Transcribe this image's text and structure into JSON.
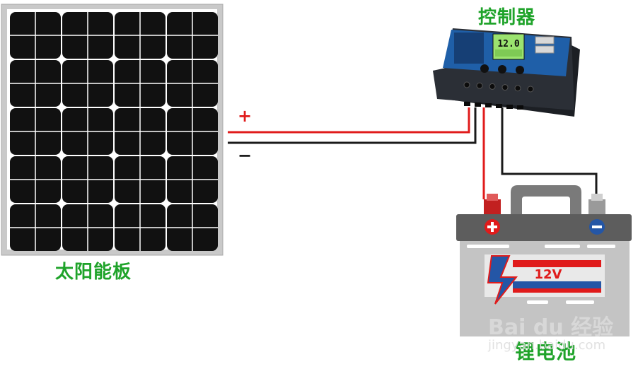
{
  "labels": {
    "solar_panel": "太阳能板",
    "controller": "控制器",
    "battery": "锂电池",
    "plus": "+",
    "minus": "−",
    "battery_voltage": "12V",
    "controller_display": "12.0"
  },
  "watermark": {
    "line1": "Bai du 经验",
    "line2": "jingyan.baidu.com"
  },
  "colors": {
    "label_green": "#1fa32a",
    "wire_red": "#e01b1b",
    "wire_black": "#1a1a1a",
    "watermark": "#dcdcdc",
    "controller_blue": "#1f5fa8",
    "lcd_green": "#9be36f"
  }
}
